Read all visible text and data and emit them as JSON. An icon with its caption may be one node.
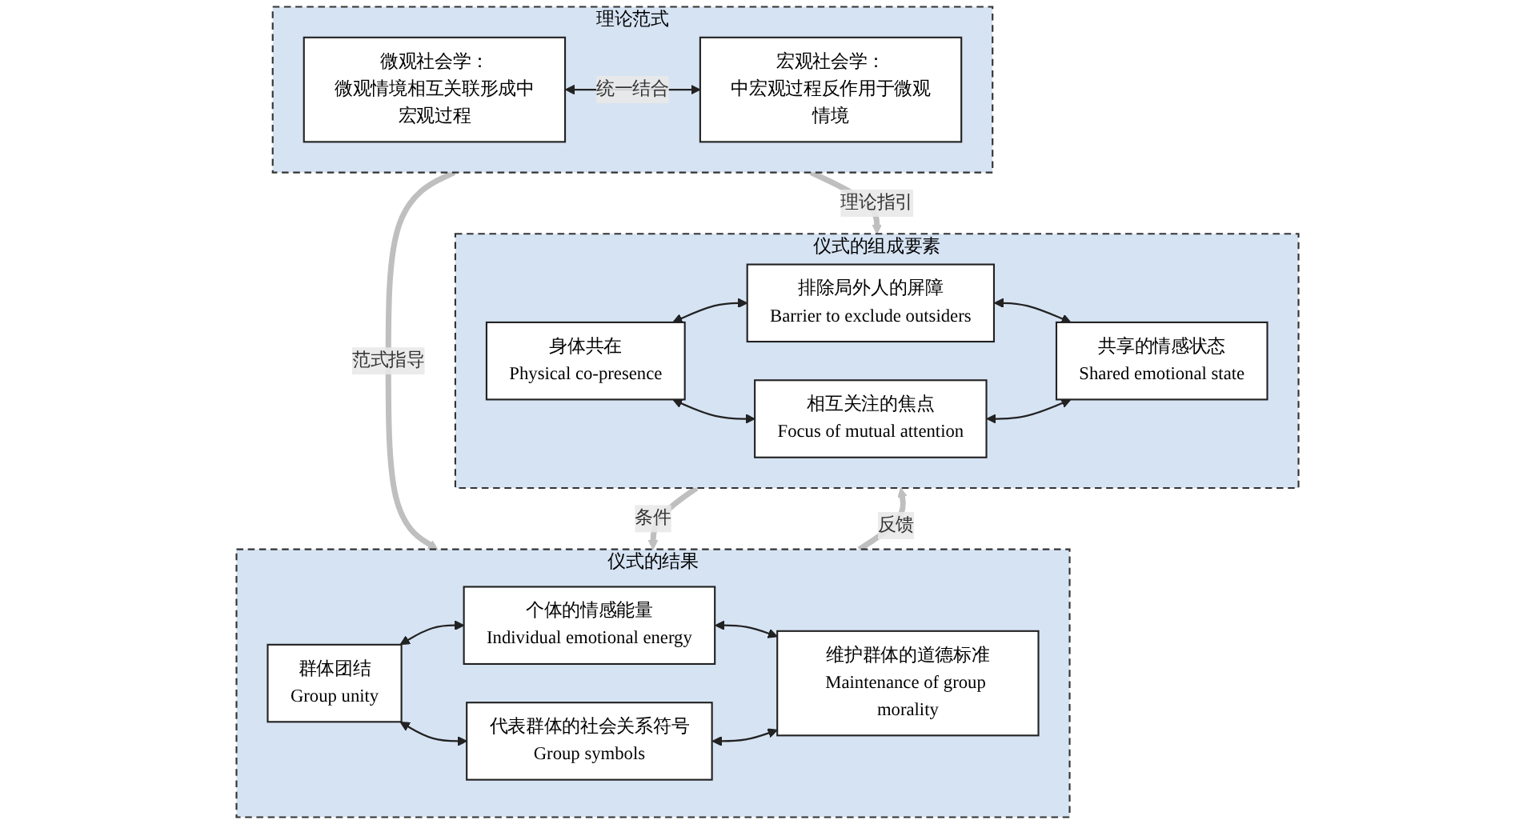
{
  "diagram": {
    "nodes": [
      {
        "text": [
          "理论范式"
        ]
      },
      {
        "text": [
          "微观社会学：",
          "微观情境相互关联形成中宏观过程"
        ],
        "in": 0
      },
      {
        "text": [
          "宏观社会学：",
          "中宏观过程反作用于微观情境"
        ],
        "in": 0
      },
      {
        "text": [
          "仪式的组成要素"
        ]
      },
      {
        "text": [
          "身体共在",
          "Physical co-presence"
        ],
        "in": 3
      },
      {
        "text": [
          "排除局外人的屏障",
          "Barrier to exclude outsiders"
        ],
        "in": 3
      },
      {
        "text": [
          "相互关注的焦点",
          "Focus of mutual attention"
        ],
        "in": 3
      },
      {
        "text": [
          "共享的情感状态",
          "Shared emotional state"
        ],
        "in": 3
      },
      {
        "text": [
          "仪式的结果"
        ]
      },
      {
        "text": [
          "群体团结",
          "Group unity"
        ],
        "in": 8
      },
      {
        "text": [
          "个体的情感能量",
          "Individual emotional energy"
        ],
        "in": 8
      },
      {
        "text": [
          "代表群体的社会关系符号",
          "Group symbols"
        ],
        "in": 8
      },
      {
        "text": [
          "维护群体的道德标准",
          "Maintenance of group morality"
        ],
        "in": 8
      }
    ],
    "edges": [
      {
        "from": 1,
        "to": 2,
        "arrow": "both",
        "label": "统一结合"
      },
      {
        "from": 0,
        "to": 3,
        "arrow": "to",
        "label": "理论指引",
        "style": "thick",
        "color": "#bfbfbf"
      },
      {
        "from": 0,
        "to": 8,
        "arrow": "to",
        "label": "范式指导",
        "style": "thick",
        "color": "#bfbfbf"
      },
      {
        "from": 4,
        "to": 5,
        "arrow": "both"
      },
      {
        "from": 4,
        "to": 6,
        "arrow": "both"
      },
      {
        "from": 5,
        "to": 7,
        "arrow": "both"
      },
      {
        "from": 6,
        "to": 7,
        "arrow": "both"
      },
      {
        "from": 3,
        "to": 8,
        "arrow": "to",
        "label": "条件",
        "style": "thick",
        "color": "#bfbfbf"
      },
      {
        "from": 8,
        "to": 3,
        "arrow": "to",
        "label": "反馈",
        "style": "thick",
        "color": "#bfbfbf"
      },
      {
        "from": 9,
        "to": 10,
        "arrow": "both"
      },
      {
        "from": 9,
        "to": 11,
        "arrow": "both"
      },
      {
        "from": 10,
        "to": 12,
        "arrow": "both"
      },
      {
        "from": 11,
        "to": 12,
        "arrow": "both"
      }
    ]
  }
}
